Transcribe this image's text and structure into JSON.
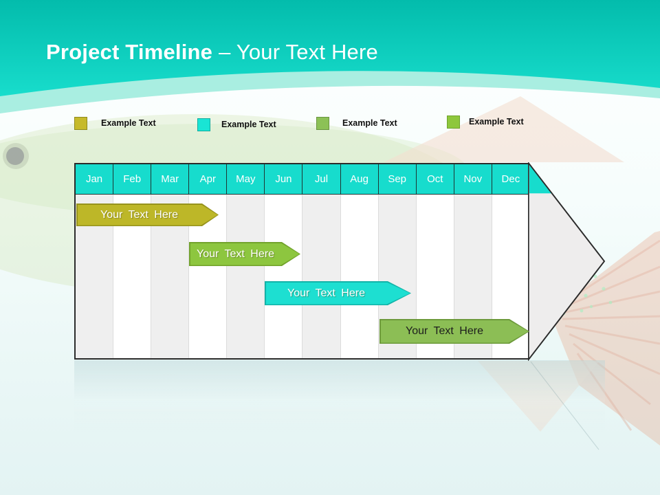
{
  "slide": {
    "title": {
      "bold": "Project Timeline",
      "light": "– Your Text Here"
    },
    "colors": {
      "band_top": "#03bcac",
      "band_bottom": "#18ddcc",
      "band_arc": "#a9eee1",
      "header_teal": "#17dccd"
    }
  },
  "legend": {
    "items": [
      {
        "label": "Example Text",
        "color": "#c6ba2b",
        "border": "#8f8a1e"
      },
      {
        "label": "Example Text",
        "color": "#19e5d5",
        "border": "#10ac9f"
      },
      {
        "label": "Example Text",
        "color": "#8cc156",
        "border": "#699540"
      },
      {
        "label": "Example Text",
        "color": "#8ec73c",
        "border": "#6da32c"
      }
    ]
  },
  "chart_data": {
    "type": "gantt-timeline",
    "title": "Project Timeline – Your Text Here",
    "categories": [
      "Jan",
      "Feb",
      "Mar",
      "Apr",
      "May",
      "Jun",
      "Jul",
      "Aug",
      "Sep",
      "Oct",
      "Nov",
      "Dec"
    ],
    "header_color": "#17dccd",
    "grid": {
      "alternating_columns": true,
      "odd_fill": "#efefef",
      "even_fill": "#ffffff"
    },
    "tasks": [
      {
        "label": "Your Text Here",
        "start": "Jan",
        "end": "Apr",
        "row": 1,
        "color": "#bdb728",
        "border": "#96931d",
        "text_color": "#ffffff"
      },
      {
        "label": "Your Text Here",
        "start": "Apr",
        "end": "Jun",
        "row": 2,
        "color": "#8dc63f",
        "border": "#72a32c",
        "text_color": "#ffffff"
      },
      {
        "label": "Your Text Here",
        "start": "Jun",
        "end": "Sep",
        "row": 3,
        "color": "#1ddfd1",
        "border": "#12b3a8",
        "text_color": "#ffffff"
      },
      {
        "label": "Your Text Here",
        "start": "Sep",
        "end": "Dec",
        "row": 4,
        "color": "#8cbe55",
        "border": "#6d9a3b",
        "text_color": "#1d1d1d"
      }
    ]
  }
}
